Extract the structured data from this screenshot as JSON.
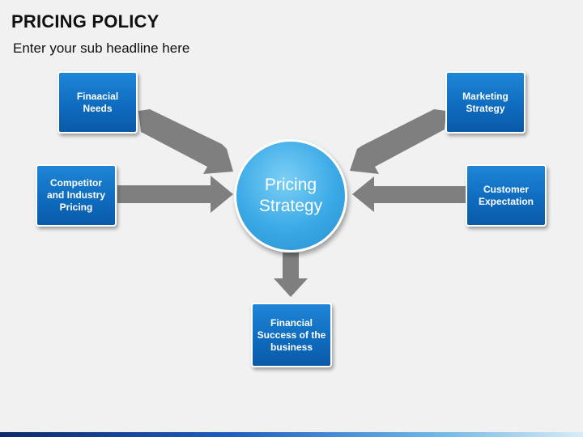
{
  "header": {
    "title": "PRICING POLICY",
    "subtitle": "Enter your sub headline here"
  },
  "diagram": {
    "center": "Pricing Strategy",
    "nodes": {
      "financial_needs": "Finaacial Needs",
      "competitor_pricing": "Competitor and Industry Pricing",
      "marketing_strategy": "Marketing Strategy",
      "customer_expectation": "Customer Expectation",
      "financial_success": "Financial Success of the business"
    },
    "colors": {
      "box": "#0f6cbf",
      "center": "#3aa9e6",
      "arrow": "#7f7f7f"
    }
  }
}
